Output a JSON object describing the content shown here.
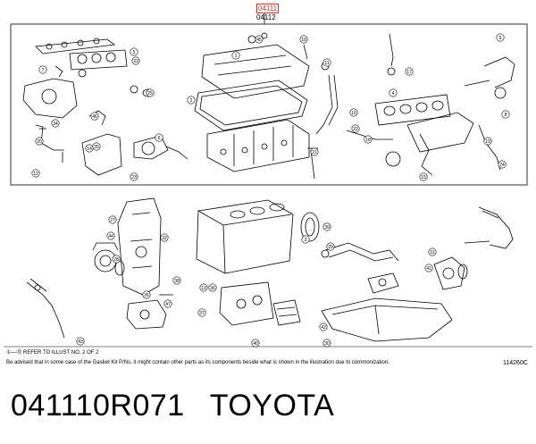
{
  "header": {
    "reference_box": "04111",
    "reference_sub": "04112"
  },
  "notes": {
    "refer_line": "①—⑬ REFER TO ILLUST NO. 2 OF 2",
    "advice_line": "Be advised that in some case of the Gasket Kit P/Ns, it might contain other parts as its components beside what is shown in the illustration due to commonization."
  },
  "drawing_number": "114260C",
  "caption": {
    "part_number": "041110R071",
    "brand": "TOYOTA"
  },
  "callouts": [
    "1",
    "2",
    "3",
    "4",
    "5",
    "6",
    "7",
    "8",
    "9",
    "10",
    "11",
    "12",
    "13",
    "14",
    "15",
    "16",
    "17",
    "18",
    "19",
    "20",
    "21",
    "22",
    "23",
    "24",
    "25",
    "26",
    "27",
    "28",
    "29",
    "30",
    "31",
    "32",
    "33",
    "34",
    "35",
    "36",
    "37",
    "38",
    "39",
    "40",
    "41",
    "42",
    "43",
    "44",
    "45",
    "46",
    "47"
  ],
  "colors": {
    "ink": "#000000",
    "ref_box": "#d03020",
    "paper": "#ffffff"
  }
}
